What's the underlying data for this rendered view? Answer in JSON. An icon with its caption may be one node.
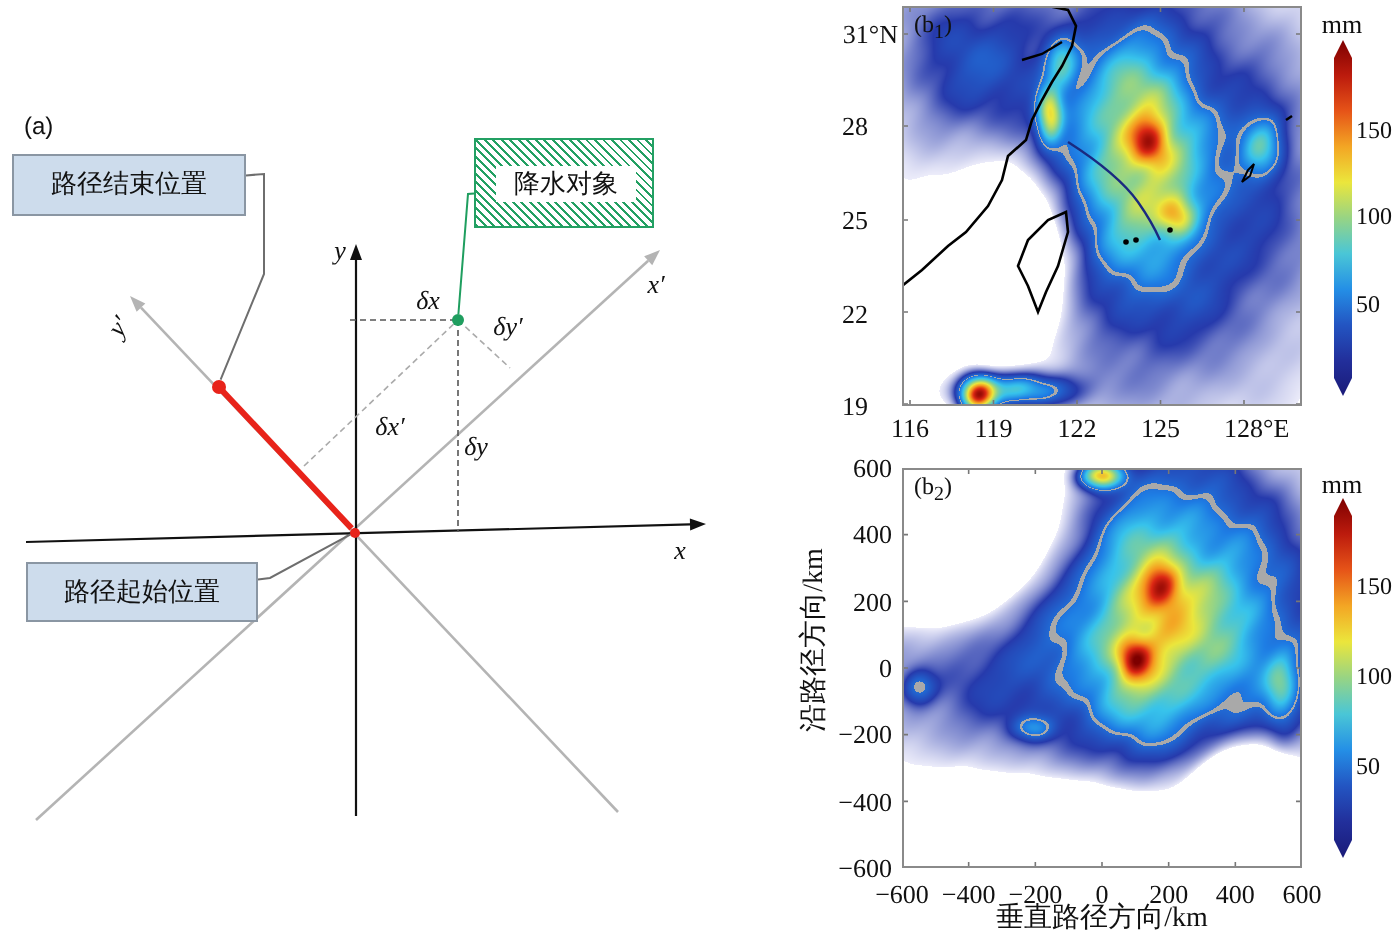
{
  "diagram": {
    "nodes": [
      {
        "text": [
          "路径结束位置"
        ]
      },
      {
        "text": [
          "降水对象"
        ]
      },
      {
        "text": [],
        "shape": "circle"
      },
      {
        "text": [],
        "shape": "circle"
      },
      {
        "text": [],
        "shape": "circle"
      },
      {
        "text": [
          "路径起始位置"
        ]
      }
    ],
    "edges": [
      {
        "from": 0,
        "to": 3,
        "arrow": "none"
      },
      {
        "from": 1,
        "to": 2,
        "arrow": "none",
        "color": "#1f9e5f"
      },
      {
        "from": 5,
        "to": 4,
        "arrow": "none"
      },
      {
        "from": 4,
        "to": 3,
        "arrow": "none",
        "style": "thick",
        "color": "#e8231a"
      }
    ],
    "labels": [
      "(a)",
      "y",
      "x′",
      "y′",
      "δx",
      "δy′",
      "δx′",
      "δy",
      "x",
      "(b$_{1}$)",
      "mm",
      "31°N",
      "28",
      "25",
      "22",
      "19",
      "116",
      "119",
      "122",
      "125",
      "128°E",
      "150",
      "100",
      "50",
      "(b$_{2}$)",
      "mm",
      "600",
      "400",
      "200",
      "0",
      "−200",
      "−400",
      "−600",
      "−600",
      "−400",
      "−200",
      "0",
      "200",
      "400",
      "600",
      "150",
      "100",
      "50",
      "沿路径方向/km",
      "垂直路径方向/km"
    ]
  }
}
